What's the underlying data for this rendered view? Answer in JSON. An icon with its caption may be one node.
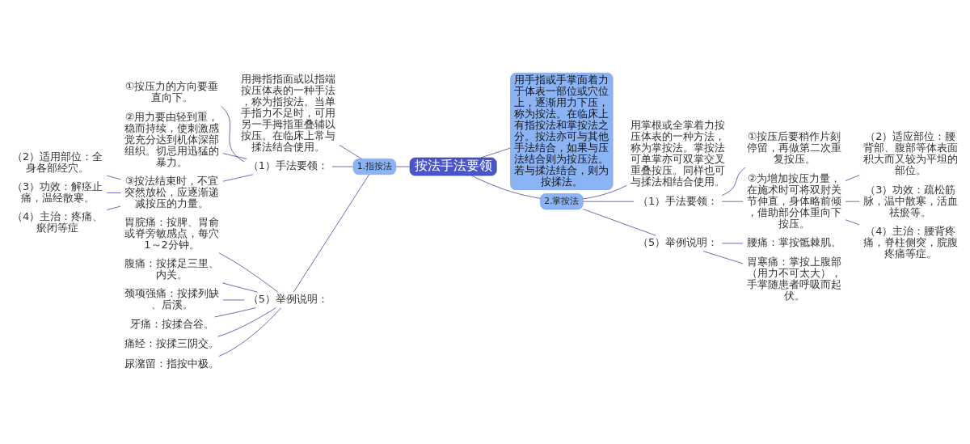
{
  "diagram": {
    "nodes": [
      {
        "text": [
          "按法手法要领"
        ]
      },
      {
        "text": [
          "1.指按法"
        ]
      },
      {
        "text": [
          "用拇指指面或以指端按压体表的一种手法，称为指按法。当单手指力不足时，可用另一手拇指重叠辅以按压。在临床上常与揉法结合使用。"
        ]
      },
      {
        "text": [
          "（1）手法要领："
        ]
      },
      {
        "text": [
          "①按压力的方向要垂直向下。"
        ]
      },
      {
        "text": [
          "②用力要由轻到重，稳而持续，使刺激感觉充分达到机体深部组织。切忌用迅猛的暴力。"
        ]
      },
      {
        "text": [
          "③按法结束时，不宜突然放松，应逐渐递减按压的力量。"
        ]
      },
      {
        "text": [
          "（2）适用部位：全身各部经穴。"
        ]
      },
      {
        "text": [
          "（3）功效：解痉止痛，温经散寒。"
        ]
      },
      {
        "text": [
          "（4）主治：疼痛、瘀闭等症"
        ]
      },
      {
        "text": [
          "（5）举例说明："
        ]
      },
      {
        "text": [
          "胃脘痛：按脾、胃俞或脊旁敏感点，每穴1～2分钟。"
        ]
      },
      {
        "text": [
          "腹痛：按揉足三里、内关。"
        ]
      },
      {
        "text": [
          "颈项强痛：按揉列缺、后溪。"
        ]
      },
      {
        "text": [
          "牙痛：按揉合谷。"
        ]
      },
      {
        "text": [
          "痛经：按揉三阴交。"
        ]
      },
      {
        "text": [
          "尿潴留：指按中极。"
        ]
      },
      {
        "text": [
          "用手指或手掌面着力于体表一部位或穴位上，逐渐用力下压，称为按法。在临床上有指按法和掌按法之分。按法亦可与其他手法结合，如果与压法结合则为按压法。若与揉法结合，则为按揉法。"
        ]
      },
      {
        "text": [
          "2.掌按法"
        ]
      },
      {
        "text": [
          "用掌根或全掌着力按压体表的一种方法，称为掌按法。掌按法可单掌亦可双掌交叉重叠按压。同样也可与揉法相结合使用。"
        ]
      },
      {
        "text": [
          "（1）手法要领："
        ]
      },
      {
        "text": [
          "①按压后要稍作片刻停留，再做第二次重复按压。"
        ]
      },
      {
        "text": [
          "②为增加按压力量，在施术时可将双肘关节伸直，身体略前倾，借助部分体重向下按压。"
        ]
      },
      {
        "text": [
          "（2）适应部位：腰背部、腹部等体表面积大而又较为平坦的部位。"
        ]
      },
      {
        "text": [
          "（3）功效：疏松筋脉，温中散寒，活血祛瘀等。"
        ]
      },
      {
        "text": [
          "（4）主治：腰背疼痛，脊柱侧突，脘腹疼痛等症。"
        ]
      },
      {
        "text": [
          "（5）举例说明："
        ]
      },
      {
        "text": [
          "腰痛：掌按骶棘肌。"
        ]
      },
      {
        "text": [
          "胃寒痛：掌按上腹部（用力不可太大），手掌随患者呼吸而起伏。"
        ]
      }
    ],
    "edges": [
      {
        "from": 0,
        "to": 1,
        "arrow": "none"
      },
      {
        "from": 1,
        "to": 2,
        "arrow": "none"
      },
      {
        "from": 1,
        "to": 3,
        "arrow": "none"
      },
      {
        "from": 3,
        "to": 4,
        "arrow": "none"
      },
      {
        "from": 3,
        "to": 5,
        "arrow": "none"
      },
      {
        "from": 3,
        "to": 6,
        "arrow": "none"
      },
      {
        "from": 6,
        "to": 7,
        "arrow": "none"
      },
      {
        "from": 6,
        "to": 8,
        "arrow": "none"
      },
      {
        "from": 6,
        "to": 9,
        "arrow": "none"
      },
      {
        "from": 1,
        "to": 10,
        "arrow": "none"
      },
      {
        "from": 10,
        "to": 11,
        "arrow": "none"
      },
      {
        "from": 10,
        "to": 12,
        "arrow": "none"
      },
      {
        "from": 10,
        "to": 13,
        "arrow": "none"
      },
      {
        "from": 10,
        "to": 14,
        "arrow": "none"
      },
      {
        "from": 10,
        "to": 15,
        "arrow": "none"
      },
      {
        "from": 10,
        "to": 16,
        "arrow": "none"
      },
      {
        "from": 0,
        "to": 17,
        "arrow": "none"
      },
      {
        "from": 0,
        "to": 18,
        "arrow": "none"
      },
      {
        "from": 18,
        "to": 19,
        "arrow": "none"
      },
      {
        "from": 18,
        "to": 20,
        "arrow": "none"
      },
      {
        "from": 20,
        "to": 21,
        "arrow": "none"
      },
      {
        "from": 20,
        "to": 22,
        "arrow": "none"
      },
      {
        "from": 22,
        "to": 23,
        "arrow": "none"
      },
      {
        "from": 22,
        "to": 24,
        "arrow": "none"
      },
      {
        "from": 22,
        "to": 25,
        "arrow": "none"
      },
      {
        "from": 18,
        "to": 26,
        "arrow": "none"
      },
      {
        "from": 26,
        "to": 27,
        "arrow": "none"
      },
      {
        "from": 26,
        "to": 28,
        "arrow": "none"
      }
    ]
  }
}
